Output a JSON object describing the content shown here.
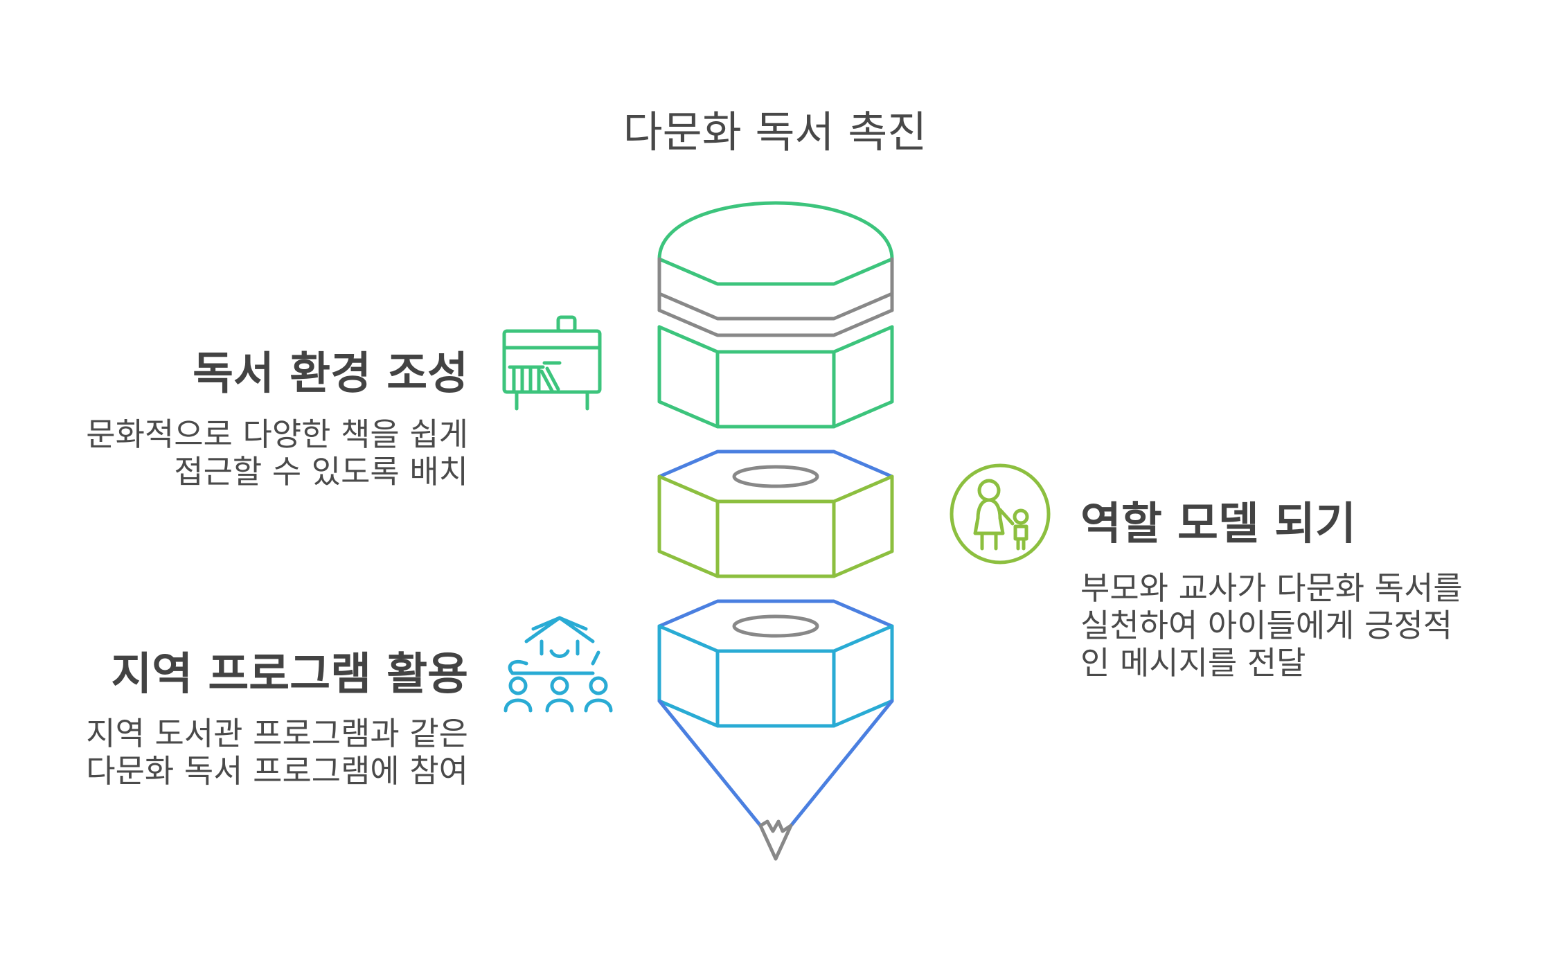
{
  "title": "다문화 독서 촉진",
  "sections": [
    {
      "heading": "독서 환경 조성",
      "lines": [
        "문화적으로 다양한 책을 쉽게",
        "접근할 수 있도록 배치"
      ],
      "icon": "bookshelf-icon",
      "color": "#3cc47c"
    },
    {
      "heading": "역할 모델 되기",
      "lines": [
        "부모와 교사가 다문화 독서를",
        "실천하여 아이들에게 긍정적",
        "인 메시지를 전달"
      ],
      "icon": "parent-child-icon",
      "color": "#8cbf3f"
    },
    {
      "heading": "지역 프로그램 활용",
      "lines": [
        "지역 도서관 프로그램과 같은",
        "다문화 독서 프로그램에 참여"
      ],
      "icon": "community-teacher-icon",
      "color": "#29abd4"
    }
  ],
  "colors": {
    "green": "#3cc47c",
    "lime": "#8cbf3f",
    "blue": "#4a7fe0",
    "cyan": "#29abd4",
    "gray": "#888888"
  }
}
